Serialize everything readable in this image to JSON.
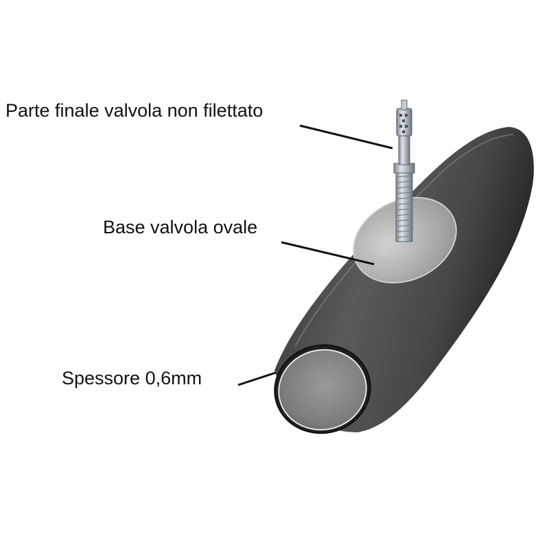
{
  "labels": {
    "valve_end": "Parte finale valvola non filettato",
    "valve_base": "Base valvola ovale",
    "thickness": "Spessore 0,6mm"
  },
  "colors": {
    "tube_dark": "#3b3b3b",
    "tube_mid": "#6a6a6a",
    "tube_inner": "#8a8a8a",
    "valve_metal": "#9aa3aa",
    "base_patch": "#b8b8b8",
    "leader_line": "#111111"
  }
}
